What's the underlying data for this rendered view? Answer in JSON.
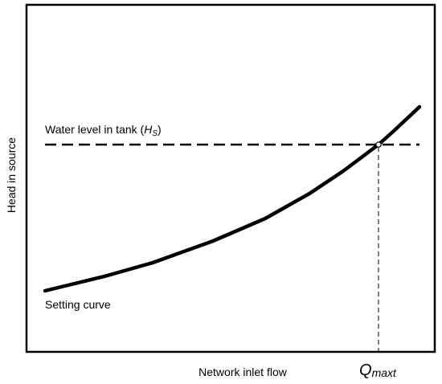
{
  "diagram": {
    "y_axis_label": "Head in source",
    "x_axis_label": "Network inlet flow",
    "tank_label_prefix": "Water level in tank (",
    "tank_symbol_main": "H",
    "tank_symbol_sub": "S",
    "tank_label_suffix": ")",
    "curve_label": "Setting curve",
    "qmax_main": "Q",
    "qmax_sub": "maxt",
    "colors": {
      "line": "#000000",
      "background": "#ffffff",
      "marker_fill": "#ffffff"
    }
  }
}
